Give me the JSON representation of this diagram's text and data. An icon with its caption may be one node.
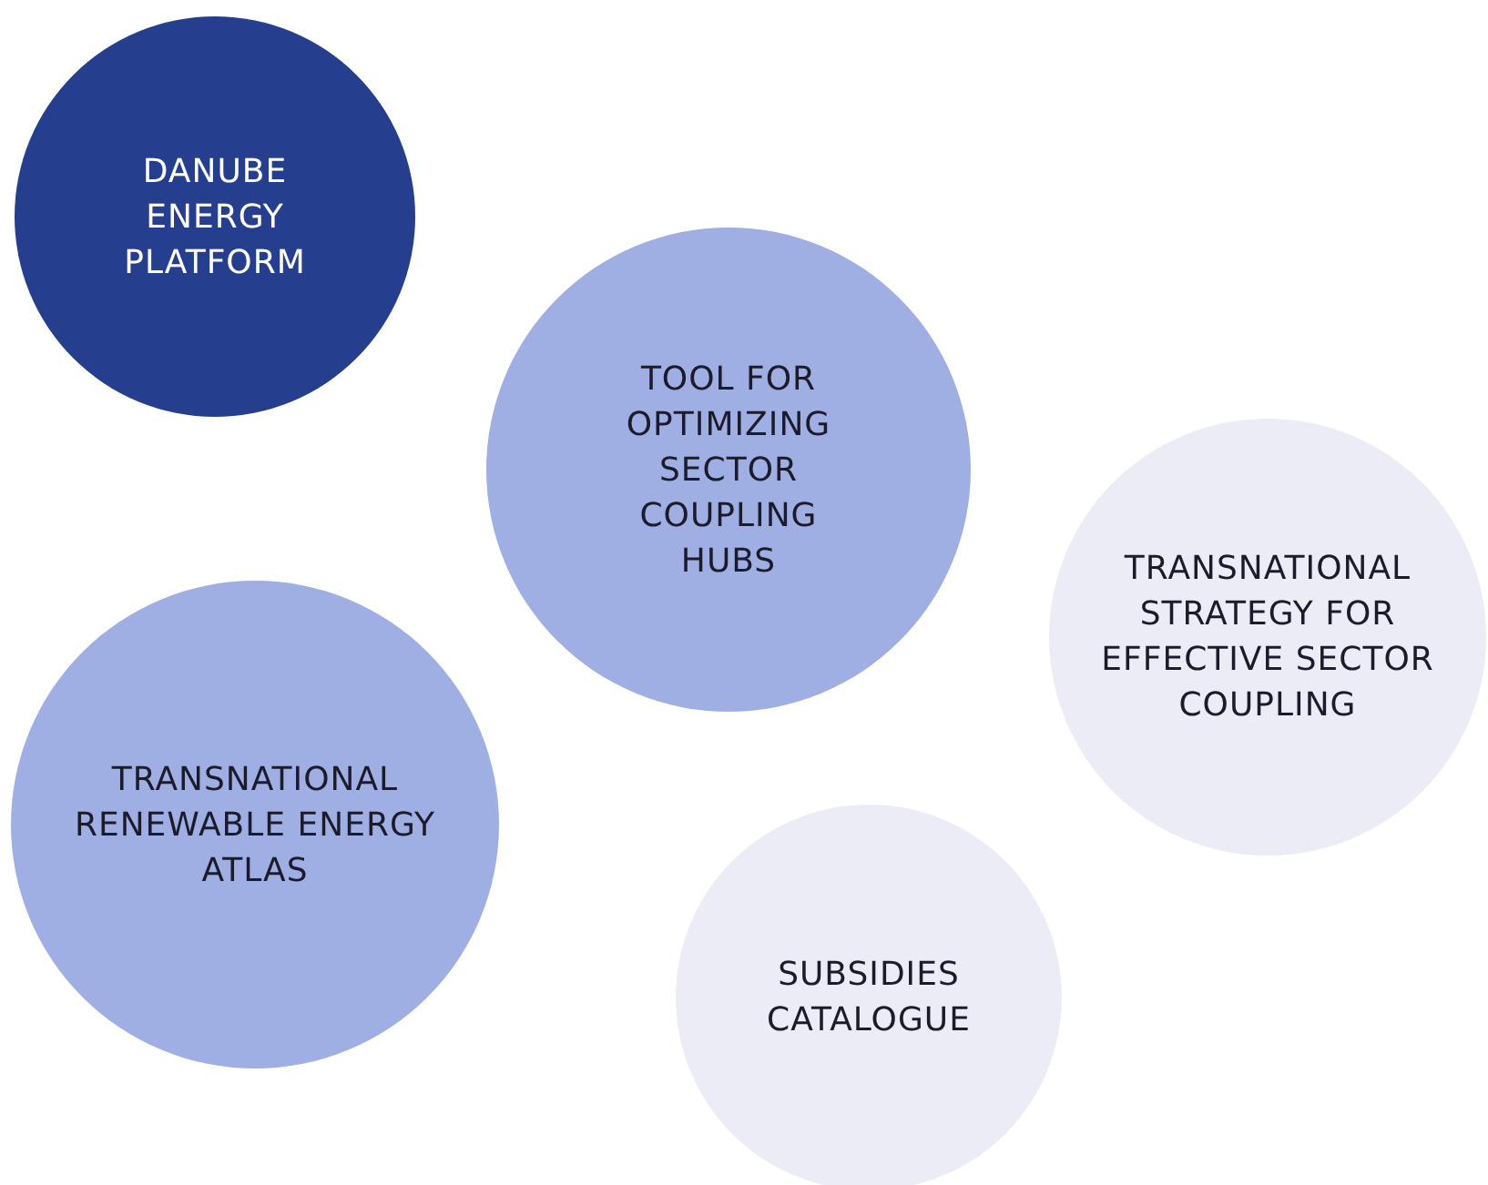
{
  "diagram": {
    "nodes": [
      {
        "text": [
          "DANUBE ENERGY PLATFORM"
        ]
      },
      {
        "text": [
          "TOOL FOR OPTIMIZING SECTOR COUPLING HUBS"
        ]
      },
      {
        "text": [
          "TRANSNATIONAL STRATEGY FOR EFFECTIVE SECTOR COUPLING"
        ]
      },
      {
        "text": [
          "TRANSNATIONAL RENEWABLE ENERGY ATLAS"
        ]
      },
      {
        "text": [
          "SUBSIDIES CATALOGUE"
        ]
      }
    ]
  }
}
